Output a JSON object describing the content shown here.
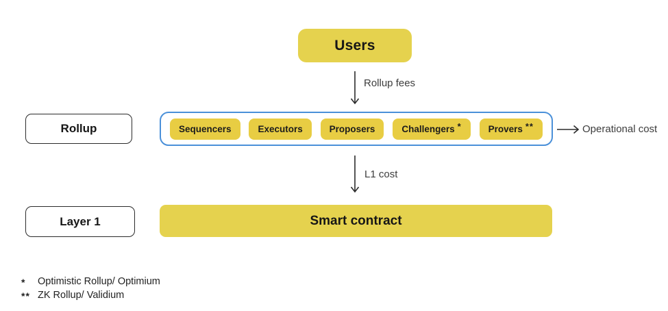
{
  "users_box": {
    "label": "Users"
  },
  "flows": {
    "rollup_fees": "Rollup fees",
    "l1_cost": "L1 cost",
    "operational_cost": "Operational cost"
  },
  "rollup": {
    "label": "Rollup",
    "chips": [
      {
        "label": "Sequencers",
        "suffix": ""
      },
      {
        "label": "Executors",
        "suffix": ""
      },
      {
        "label": "Proposers",
        "suffix": ""
      },
      {
        "label": "Challengers",
        "suffix": "*"
      },
      {
        "label": "Provers",
        "suffix": "**"
      }
    ]
  },
  "layer1": {
    "label": "Layer 1",
    "smart_contract_label": "Smart contract"
  },
  "footnotes": [
    {
      "marker": "*",
      "text": "Optimistic Rollup/ Optimium"
    },
    {
      "marker": "**",
      "text": "ZK Rollup/ Validium"
    }
  ],
  "colors": {
    "yellow": "#e5d24e",
    "chip_yellow": "#e8cd43",
    "blue_border": "#4a90d9",
    "ink": "#161616"
  }
}
